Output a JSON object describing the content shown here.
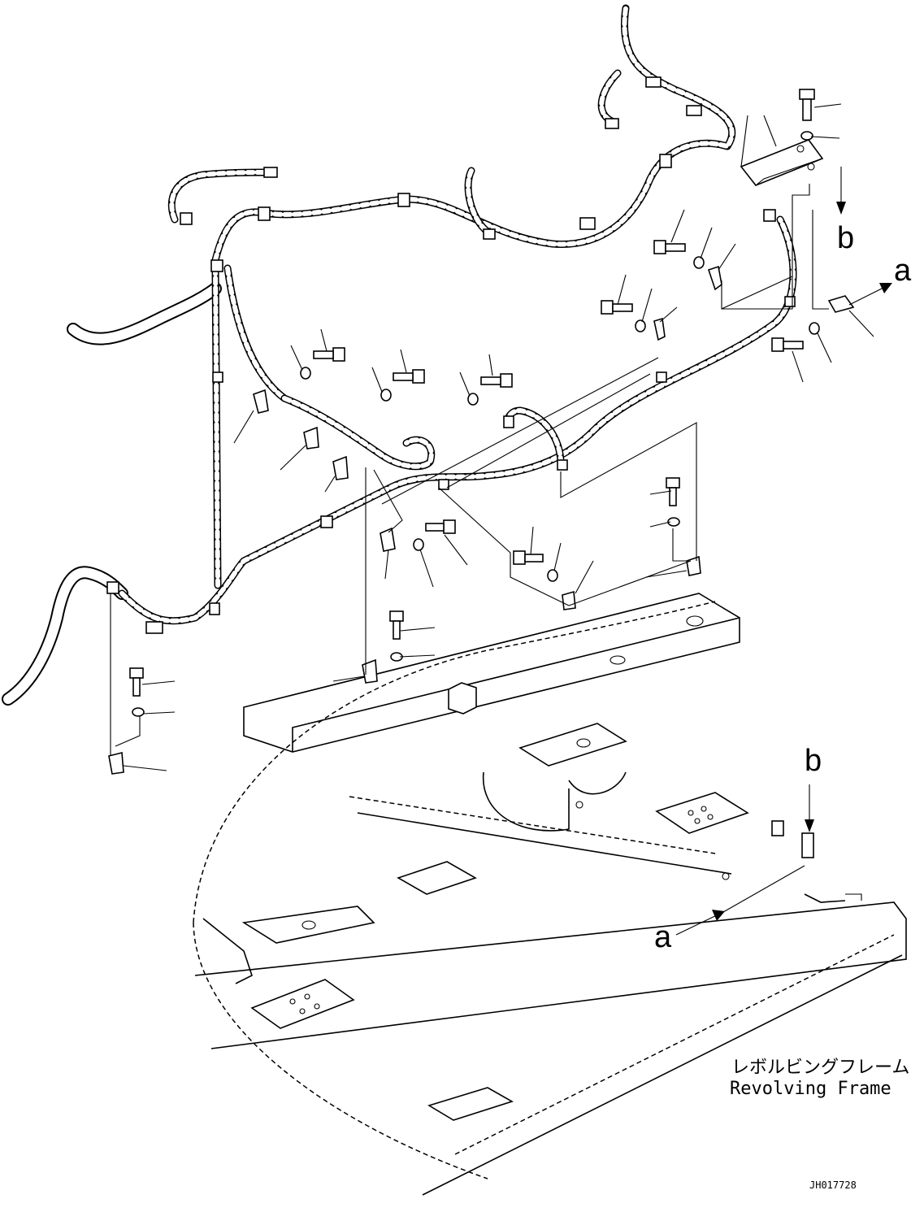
{
  "refs": {
    "a": "a",
    "b": "b"
  },
  "frame": {
    "label_jp": "レボルビングフレーム",
    "label_en": "Revolving Frame"
  },
  "drawing_code": "JH017728"
}
